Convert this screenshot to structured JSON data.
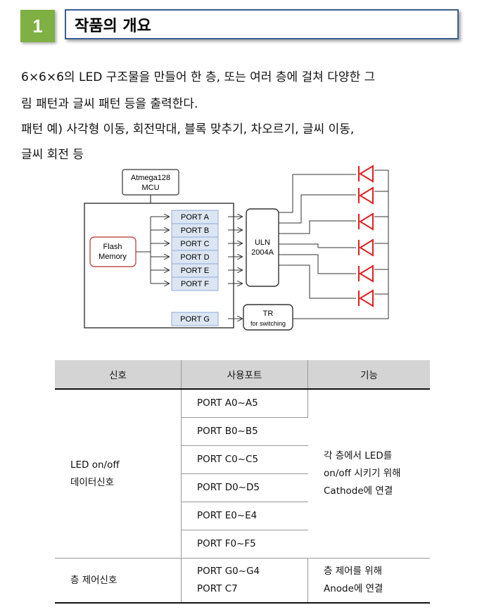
{
  "section": {
    "number": "1",
    "title": "작품의 개요"
  },
  "body": {
    "line1": "6×6×6의 LED 구조물을 만들어 한 층, 또는 여러 층에 걸쳐 다양한 그",
    "line2": "림 패턴과 글씨 패턴 등을 출력한다.",
    "line3": "패턴 예) 사각형 이동, 회전막대, 블록 맞추기, 차오르기, 글씨 이동,",
    "line4": "글씨 회전 등"
  },
  "diagram": {
    "mcu_line1": "Atmega128",
    "mcu_line2": "MCU",
    "flash_line1": "Flash",
    "flash_line2": "Memory",
    "ports": [
      "PORT A",
      "PORT B",
      "PORT C",
      "PORT D",
      "PORT E",
      "PORT F"
    ],
    "port_g": "PORT G",
    "uln_line1": "ULN",
    "uln_line2": "2004A",
    "tr_line1": "TR",
    "tr_line2": "for switching",
    "led_color": "#e02020",
    "port_fill": "#dce6f2",
    "port_stroke": "#8eaadb",
    "flash_stroke": "#c0504d"
  },
  "table": {
    "headers": [
      "신호",
      "사용포트",
      "기능"
    ],
    "row1_signal_1": "LED on/off",
    "row1_signal_2": "데이터신호",
    "ports": [
      "PORT A0~A5",
      "PORT B0~B5",
      "PORT C0~C5",
      "PORT D0~D5",
      "PORT E0~E4",
      "PORT F0~F5"
    ],
    "row1_function_1": "각  층에서  LED를",
    "row1_function_2": "on/off  시키기  위해",
    "row1_function_3": "Cathode에 연결",
    "row2_signal": "층 제어신호",
    "row2_port_1": "PORT G0~G4",
    "row2_port_2": "PORT C7",
    "row2_function_1": "층 제어를 위해",
    "row2_function_2": "Anode에 연결"
  }
}
